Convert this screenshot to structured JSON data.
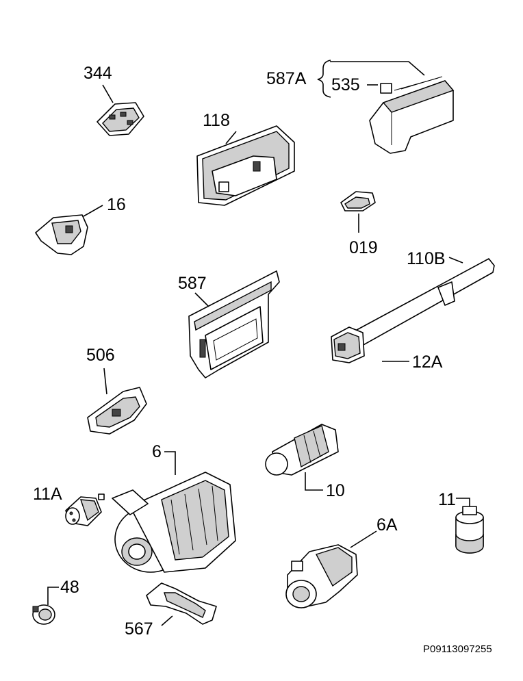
{
  "labels": {
    "p344": "344",
    "p587A": "587A",
    "p535": "535",
    "p118": "118",
    "p16": "16",
    "p019": "019",
    "p110B": "110B",
    "p587": "587",
    "p12A": "12A",
    "p506": "506",
    "p6": "6",
    "p10": "10",
    "p11A": "11A",
    "p11": "11",
    "p6A": "6A",
    "p48": "48",
    "p567": "567"
  },
  "reference_code": "P09113097255"
}
